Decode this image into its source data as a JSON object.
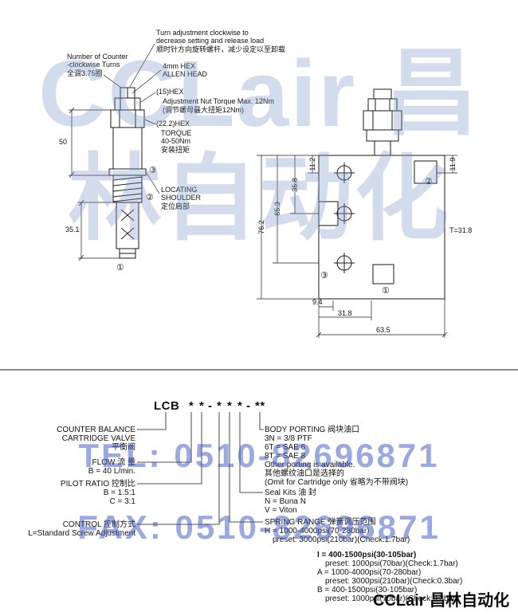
{
  "watermark": {
    "brand": "CCLair 昌林自动化",
    "tel": "TEL: 0510-82696871",
    "fax": "FAX: 0510-82696871",
    "accent_color": "#3754c4"
  },
  "footer": {
    "brand": "CCLair 昌林自动化"
  },
  "drawing": {
    "ann": {
      "turn_en1": "Turn adjustment clockwise to",
      "turn_en2": "decrease setting and release load",
      "turn_cn": "顺时针方向旋转螺杆，减少设定以至卸载",
      "ccw_en1": "Number of Counter",
      "ccw_en2": "-clockwise Turns",
      "ccw_cn": "全调3.75圈",
      "allen1": "4mm HEX",
      "allen2": "ALLEN HEAD",
      "hex15": "(15)HEX",
      "nut_en": "Adjustment Nut Torque Max. 12Nm",
      "nut_cn": "(调节螺母最大扭矩12Nm)",
      "hex222": "(22.2)HEX",
      "torque1": "TORQUE",
      "torque2": "40-50Nm",
      "torque3": "安装扭矩",
      "loc1": "LOCATING",
      "loc2": "SHOULDER",
      "loc3": "定位肩部"
    },
    "dim": {
      "h50": "50",
      "h351": "35.1",
      "v112": "11.2",
      "v358": "35.8",
      "v653": "65.3",
      "v762": "76.2",
      "v119": "11.9",
      "t318": "T=31.8",
      "b94": "9.4",
      "b318": "31.8",
      "b635": "63.5"
    },
    "ports": {
      "p1": "①",
      "p2": "②",
      "p3": "③"
    }
  },
  "model": {
    "prefix": "LCB",
    "g1": [
      "*",
      "*"
    ],
    "d1": "-",
    "g2": [
      "*",
      "*",
      "*"
    ],
    "d2": "-",
    "g3": "**"
  },
  "left": [
    {
      "l1": "COUNTER BALANCE",
      "l2": "CARTRIDGE VALVE",
      "l3": "平衡阀"
    },
    {
      "l1": "FLOW 流 量",
      "l2": "B = 40 L/min."
    },
    {
      "l1": "PILOT RATIO 控制比",
      "l2": "B = 1.5:1",
      "l3": "C = 3:1"
    },
    {
      "l1": "CONTROL 控制方式",
      "l2": "L=Standard Screw Adjustment"
    }
  ],
  "right": [
    {
      "l1": "BODY PORTING 阀块油口",
      "l2": "3N = 3/8 PTF",
      "l3": "6T = SAE 6",
      "l4": "8T = SAE 8",
      "l5": "Other porting is available.",
      "l6": "其他螺纹油口是选择的",
      "l7": "(Omit for Cartridge only 省略为不带阀块)"
    },
    {
      "l1": "Seal Kits 油 封",
      "l2": "N = Buna N",
      "l3": "V = Viton"
    },
    {
      "l1": "SPRING RANGE 弹簧调压范围",
      "l2": "H = 1000-4000psi(70-280bar)",
      "l3": "preset: 3000psi(210bar)(Check:1.7bar)"
    }
  ],
  "spring_options": [
    {
      "opt": "I = 400-1500psi(30-105bar)",
      "preset": "preset: 1000psi(70bar)(Check:1.7bar)"
    },
    {
      "opt": "A = 1000-4000psi(70-280bar)",
      "preset": "preset: 3000psi(210bar)(Check:0.3bar)"
    },
    {
      "opt": "B = 400-1500psi(30-105bar)",
      "preset": "preset: 1000psi(70bar)(Check:0.3bar)"
    }
  ]
}
